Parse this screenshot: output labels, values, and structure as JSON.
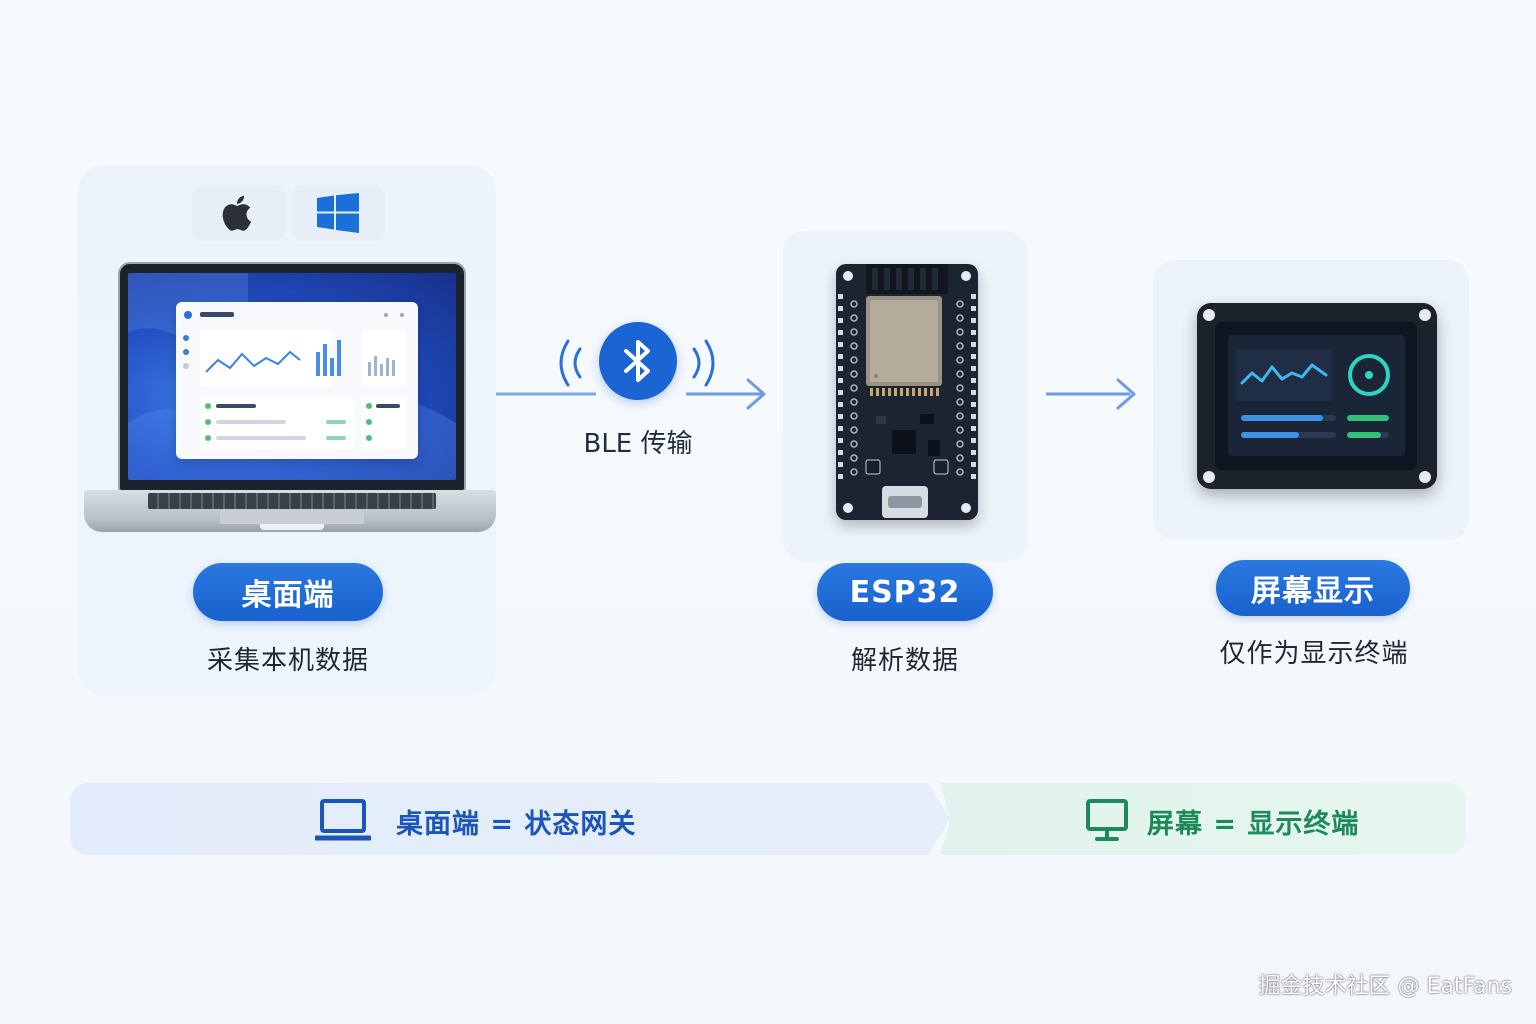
{
  "desktop": {
    "label": "桌面端",
    "caption": "采集本机数据",
    "os_icons": [
      "apple-icon",
      "windows-icon"
    ]
  },
  "transport": {
    "label": "BLE 传输",
    "icon": "bluetooth-icon"
  },
  "esp": {
    "label": "ESP32",
    "caption": "解析数据"
  },
  "display": {
    "label": "屏幕显示",
    "caption": "仅作为显示终端"
  },
  "summary": {
    "left_text": "桌面端 = 状态网关",
    "right_text": "屏幕 = 显示终端",
    "left_icon": "laptop-icon",
    "right_icon": "monitor-icon"
  },
  "watermark": "掘金技术社区 @ EatFans",
  "colors": {
    "primary_blue": "#1a64d4",
    "accent_green": "#1c8a5a",
    "screen_teal": "#2fd3c2"
  }
}
